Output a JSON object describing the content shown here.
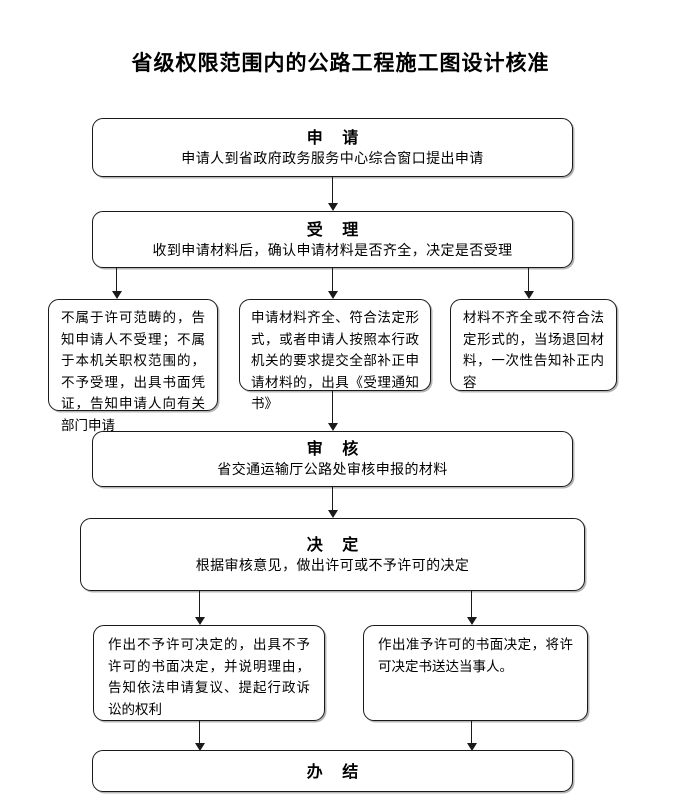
{
  "title": "省级权限范围内的公路工程施工图设计核准",
  "nodes": {
    "apply": {
      "heading": "申 请",
      "body": "申请人到省政府政务服务中心综合窗口提出申请"
    },
    "accept": {
      "heading": "受 理",
      "body": "收到申请材料后，确认申请材料是否齐全，决定是否受理"
    },
    "branch_left": {
      "body": "不属于许可范畴的，告知申请人不受理；不属于本机关职权范围的，不予受理，出具书面凭证，告知申请人向有关部门申请"
    },
    "branch_middle": {
      "body": "申请材料齐全、符合法定形式，或者申请人按照本行政机关的要求提交全部补正申请材料的，出具《受理通知书》"
    },
    "branch_right": {
      "body": "材料不齐全或不符合法定形式的，当场退回材料，一次性告知补正内容"
    },
    "review": {
      "heading": "审 核",
      "body": "省交通运输厅公路处审核申报的材料"
    },
    "decision": {
      "heading": "决 定",
      "body": "根据审核意见，做出许可或不予许可的决定"
    },
    "outcome_deny": {
      "body": "作出不予许可决定的，出具不予许可的书面决定，并说明理由，告知依法申请复议、提起行政诉讼的权利"
    },
    "outcome_grant": {
      "body": "作出准予许可的书面决定，将许可决定书送达当事人。"
    },
    "finish": {
      "heading": "办 结"
    }
  },
  "style": {
    "line_color": "#1a1a1a",
    "background": "#ffffff",
    "text_color": "#000000"
  }
}
